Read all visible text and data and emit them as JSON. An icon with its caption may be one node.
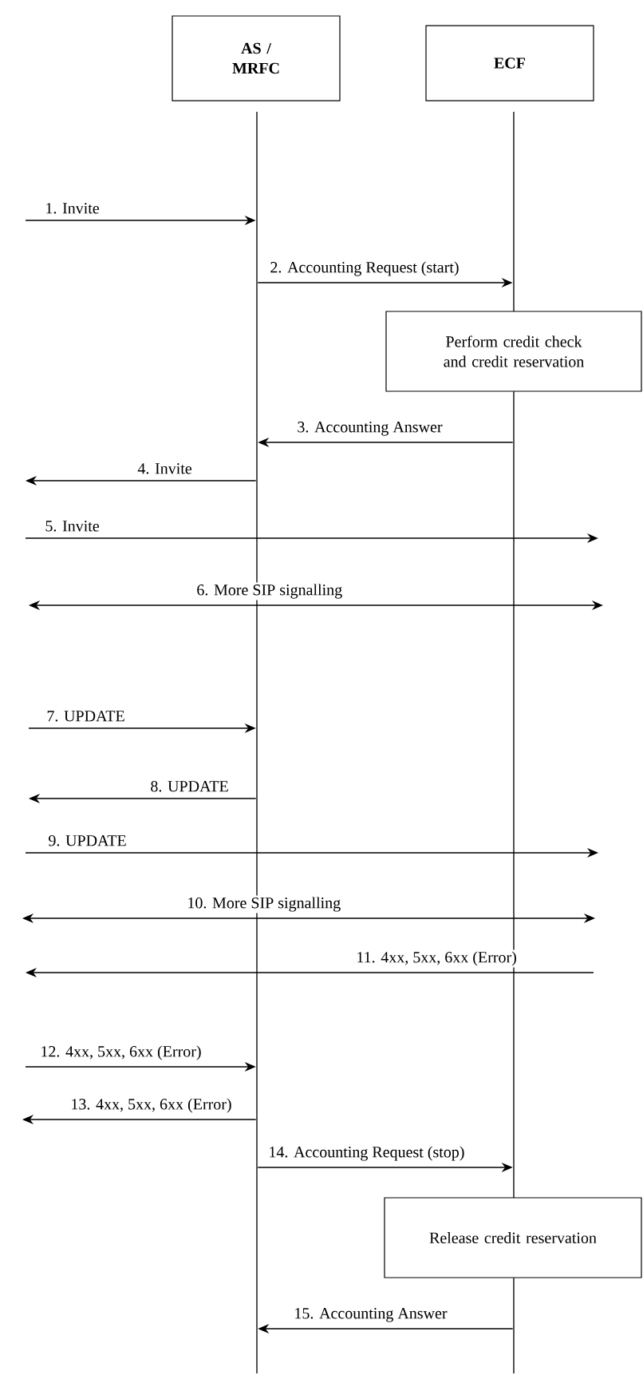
{
  "diagram": {
    "nodes": [
      {
        "text": [
          "AS / MRFC"
        ]
      },
      {
        "text": [
          "ECF"
        ]
      },
      {
        "text": [],
        "shape": "line"
      },
      {
        "text": [],
        "shape": "line"
      },
      {
        "text": [
          "Perform credit check and credit reservation"
        ]
      },
      {
        "text": [],
        "shape": "line"
      },
      {
        "text": [
          "Release credit reservation"
        ]
      },
      {
        "text": [],
        "shape": "line"
      }
    ],
    "edges": [
      {
        "from": null,
        "to": 2,
        "arrow": "to",
        "label": "1. Invite"
      },
      {
        "from": 2,
        "to": 3,
        "arrow": "to",
        "label": "2. Accounting Request (start)"
      },
      {
        "from": 5,
        "to": 2,
        "arrow": "to",
        "label": "3. Accounting Answer"
      },
      {
        "from": 2,
        "to": null,
        "arrow": "to",
        "label": "4. Invite"
      },
      {
        "from": null,
        "to": 2,
        "arrow": "to",
        "label": "7. UPDATE"
      },
      {
        "from": 2,
        "to": null,
        "arrow": "to",
        "label": "8. UPDATE"
      },
      {
        "from": null,
        "to": 2,
        "arrow": "to",
        "label": "12. 4xx, 5xx, 6xx (Error)"
      },
      {
        "from": 2,
        "to": null,
        "arrow": "to",
        "label": "13. 4xx, 5xx, 6xx (Error)"
      },
      {
        "from": 2,
        "to": 5,
        "arrow": "to",
        "label": "14. Accounting Request (stop)"
      },
      {
        "from": 7,
        "to": 2,
        "arrow": "to",
        "label": "15. Accounting Answer"
      }
    ],
    "labels": [
      "5. Invite",
      "6. More SIP signalling",
      "9. UPDATE",
      "10. More SIP signalling",
      "11. 4xx, 5xx, 6xx (Error)"
    ]
  }
}
